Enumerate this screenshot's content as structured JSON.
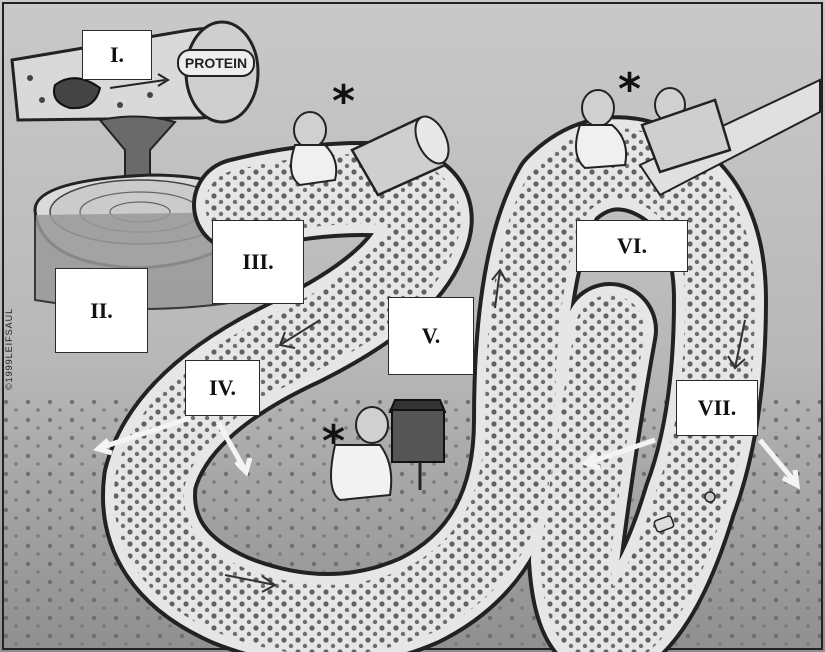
{
  "labels": {
    "I": "I.",
    "II": "II.",
    "III": "III.",
    "IV": "IV.",
    "V": "V.",
    "VI": "VI.",
    "VII": "VII."
  },
  "can_text": "PROTEIN",
  "marker": "*",
  "credit": "©1999LEIFSAUL",
  "colors": {
    "background": "#bdbdbd",
    "tube": "#e9e9e9",
    "outline": "#2a2a2a",
    "dots": "#4a4a4a",
    "label_fill": "#ffffff"
  },
  "icons": [
    "protein-can",
    "funnel",
    "worker-figure",
    "enzyme-bucket",
    "flow-arrow",
    "diffusion-arrow"
  ]
}
